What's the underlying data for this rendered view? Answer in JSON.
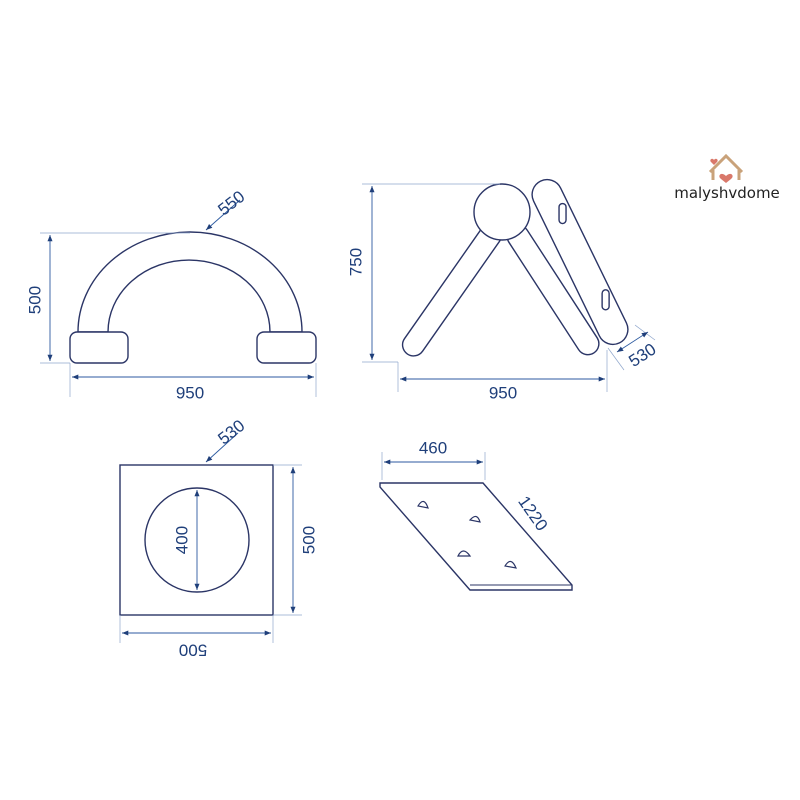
{
  "brand": {
    "name": "malyshvdome",
    "icon": "house-heart-icon",
    "house_color": "#c9a27a",
    "heart_color": "#d9786a"
  },
  "colors": {
    "outline": "#2b3566",
    "dimension": "#2c5aa0"
  },
  "views": {
    "arch": {
      "height": "500",
      "width": "950",
      "diameter": "550"
    },
    "triangle": {
      "height": "750",
      "width": "950",
      "slide_width": "530"
    },
    "cushion": {
      "hole_diameter": "400",
      "side": "500",
      "bottom": "500",
      "thickness": "530"
    },
    "climbing_board": {
      "width": "460",
      "length": "1220"
    }
  }
}
